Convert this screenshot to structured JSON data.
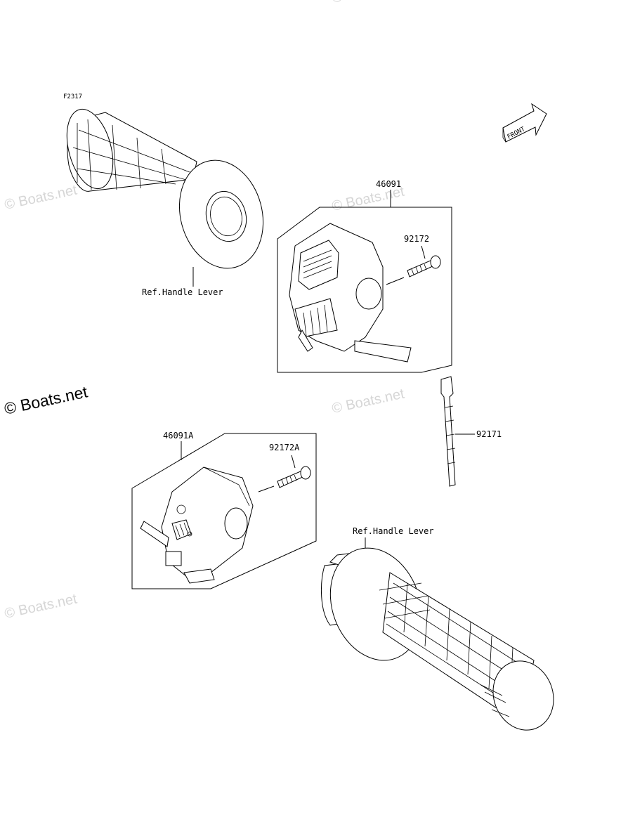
{
  "diagram": {
    "code": "F2317",
    "front_label": "FRONT",
    "labels": {
      "ref_handle_lever_top": "Ref.Handle Lever",
      "ref_handle_lever_bottom": "Ref.Handle Lever",
      "p46091": "46091",
      "p92172": "92172",
      "p92171": "92171",
      "p46091A": "46091A",
      "p92172A": "92172A"
    }
  },
  "watermarks": {
    "small": "© Boats.net",
    "large": "© Boats.net"
  }
}
